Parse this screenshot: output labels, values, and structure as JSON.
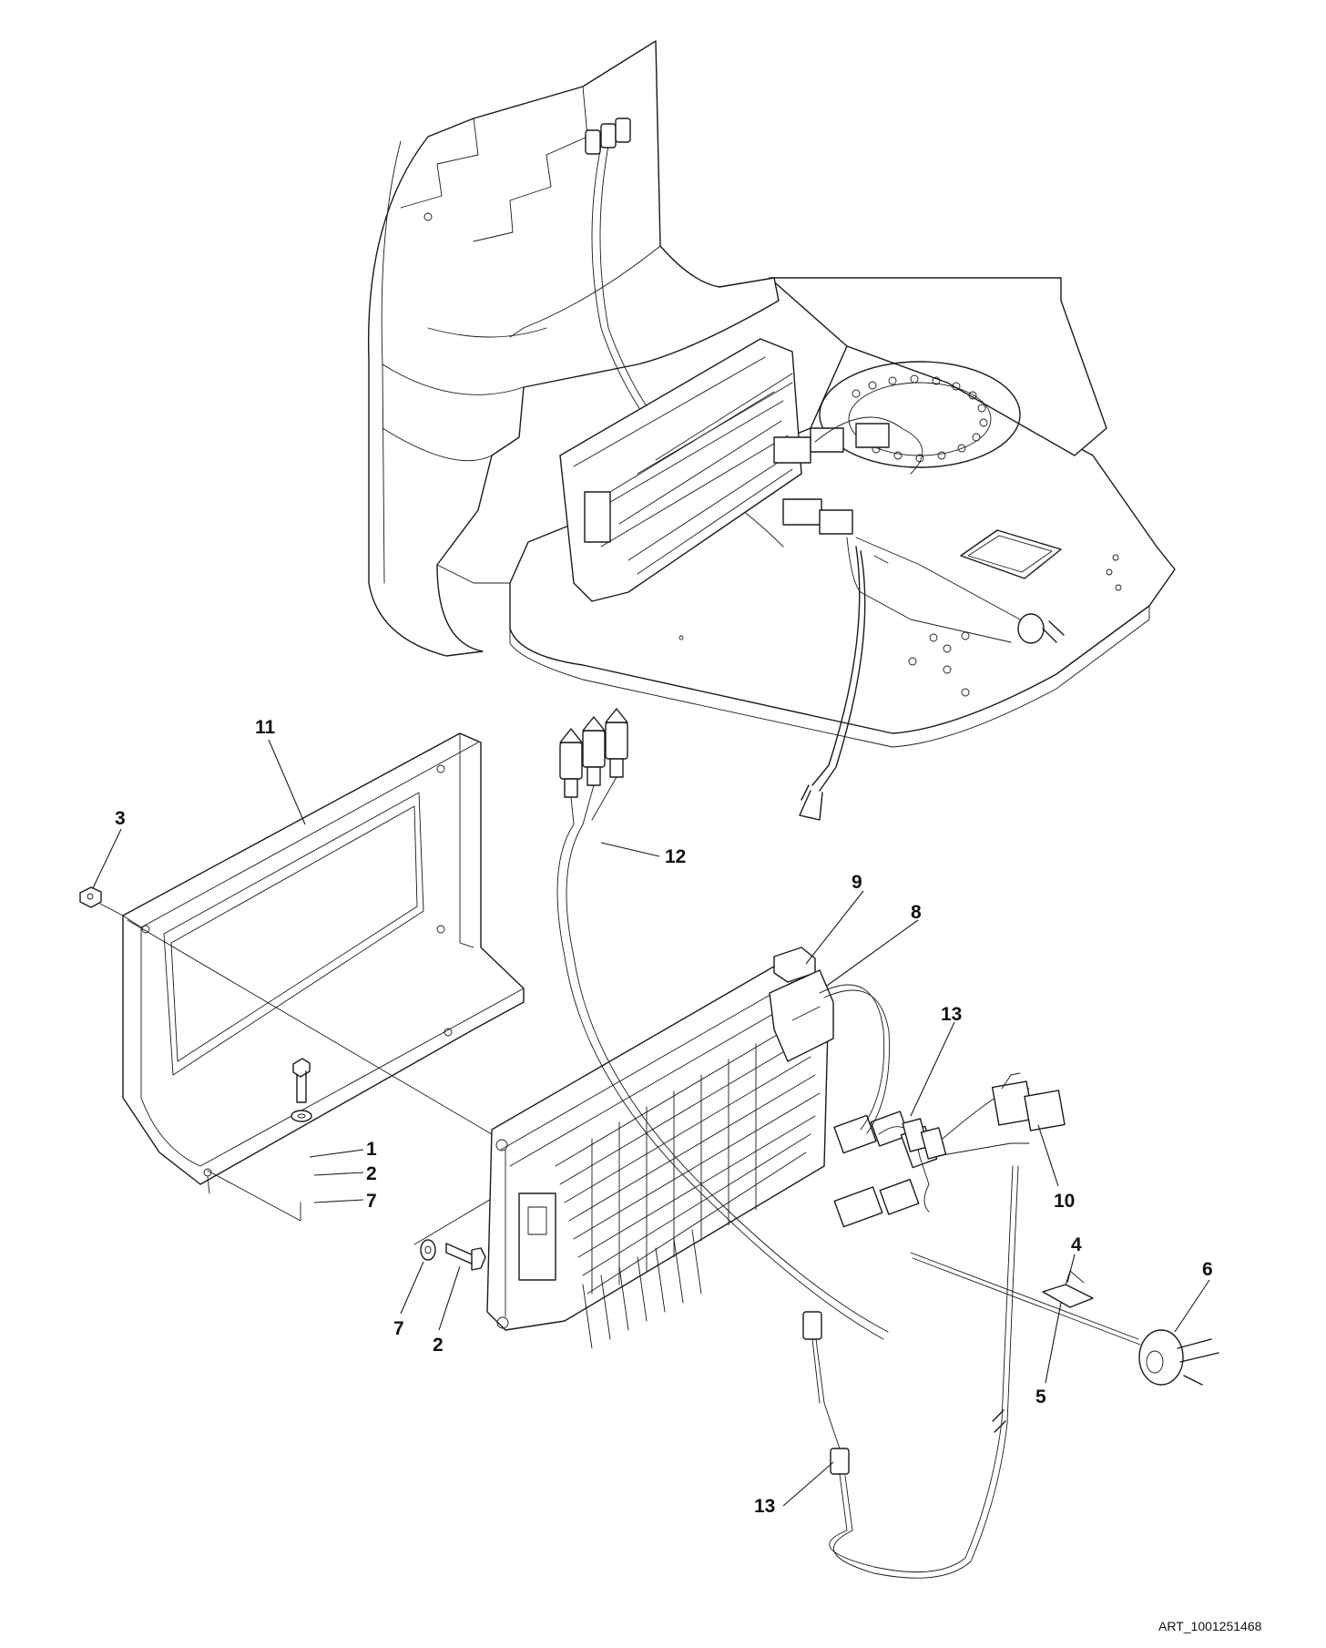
{
  "callouts": {
    "c1": "1",
    "c2a": "2",
    "c2b": "2",
    "c3": "3",
    "c4": "4",
    "c5": "5",
    "c6": "6",
    "c7a": "7",
    "c7b": "7",
    "c8": "8",
    "c9": "9",
    "c10": "10",
    "c11": "11",
    "c12": "12",
    "c13a": "13",
    "c13b": "13"
  },
  "art_id": "ART_1001251468",
  "colors": {
    "line": "#1a1a1a",
    "background": "#ffffff"
  }
}
